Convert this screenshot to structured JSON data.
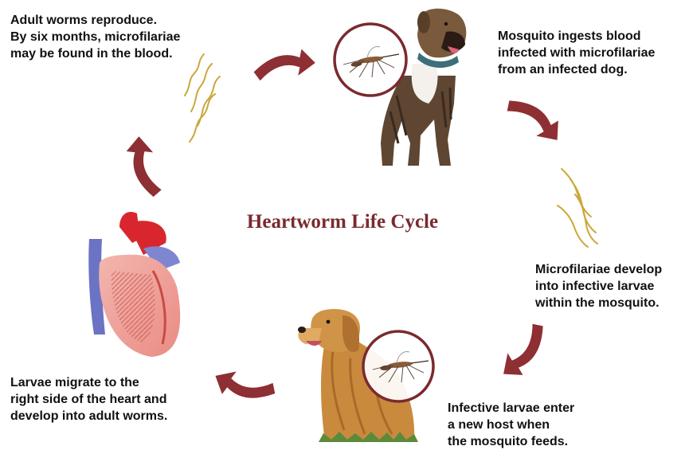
{
  "title": "Heartworm Life Cycle",
  "colors": {
    "title": "#7a2a2e",
    "arrow": "#8e2f33",
    "circle": "#7a2a2e",
    "worm": "#c9a83a",
    "text": "#111111"
  },
  "steps": [
    {
      "lines": [
        "Mosquito ingests blood",
        "infected with microfilariae",
        "from an infected dog."
      ],
      "image": "boxer-dog-with-mosquito"
    },
    {
      "lines": [
        "Microfilariae develop",
        "into infective larvae",
        "within the mosquito."
      ],
      "image": "microfilariae-worms"
    },
    {
      "lines": [
        "Infective larvae enter",
        "a new host when",
        "the mosquito feeds."
      ],
      "image": "golden-retriever-with-mosquito"
    },
    {
      "lines": [
        "Larvae migrate to the",
        "right side of the heart and",
        "develop into adult worms."
      ],
      "image": "heart-cross-section"
    },
    {
      "lines": [
        "Adult worms reproduce.",
        "By six months, microfilariae",
        "may be found in the blood."
      ],
      "image": "adult-worms"
    }
  ]
}
